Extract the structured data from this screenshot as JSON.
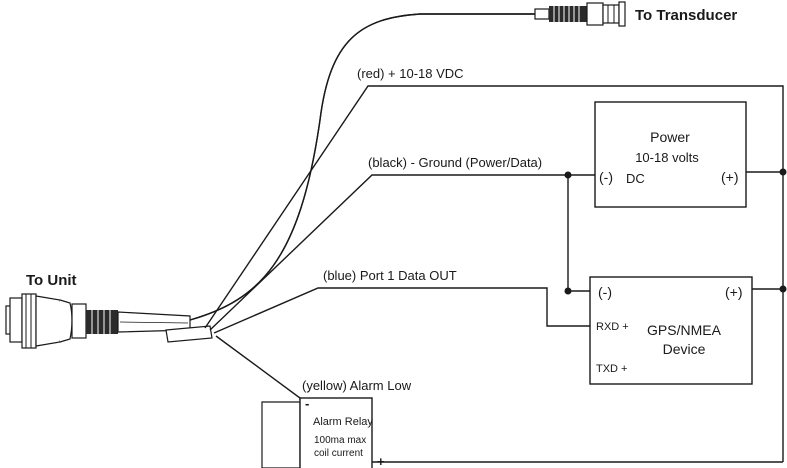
{
  "labels": {
    "to_transducer": "To Transducer",
    "to_unit": "To Unit"
  },
  "wires": {
    "red": "(red) + 10-18 VDC",
    "black": "(black) - Ground (Power/Data)",
    "blue": "(blue)  Port 1 Data OUT",
    "yellow": "(yellow) Alarm Low"
  },
  "power_box": {
    "title": "Power",
    "line2": "10-18 volts",
    "line3": "DC",
    "minus": "(-)",
    "plus": "(+)"
  },
  "gps_box": {
    "minus": "(-)",
    "plus": "(+)",
    "rxd": "RXD +",
    "txd": "TXD +",
    "title": "GPS/NMEA",
    "title2": "Device"
  },
  "relay_box": {
    "minus": "-",
    "plus": "+",
    "title": "Alarm Relay",
    "line2": "100ma max",
    "line3": "coil current"
  }
}
